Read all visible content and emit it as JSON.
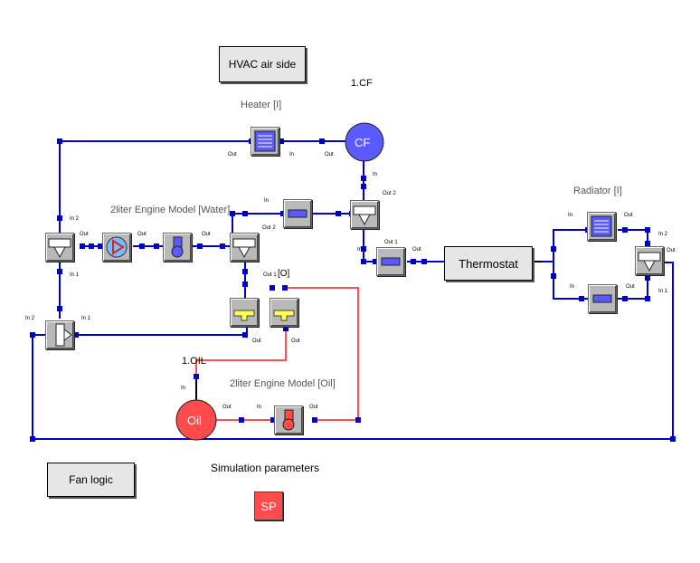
{
  "title_box": "HVAC air side",
  "fan_logic_box": "Fan logic",
  "thermostat_box": "Thermostat",
  "labels": {
    "cf_id": "1.CF",
    "heater": "Heater [I]",
    "engine_water": "2liter Engine Model [Water]",
    "radiator": "Radiator [I]",
    "oil_id_a": "[O]",
    "oil_id_b": "1.OIL",
    "engine_oil": "2liter Engine Model [Oil]",
    "sim_params": "Simulation parameters"
  },
  "nodes": {
    "cf": "CF",
    "oil": "Oil",
    "sp": "SP"
  },
  "ports": {
    "heater_out": "Out",
    "heater_in": "In",
    "cf_out": "Out",
    "cf_in": "In",
    "sv2_out2": "Out 2",
    "sv1_in2": "In 2",
    "sv1_out": "Out",
    "pump_out": "Out",
    "engine_out": "Out",
    "sv3_out2": "Out 2",
    "small_in": "In",
    "sv1_in1": "In 1",
    "sv3_out1": "Out 1",
    "pipe_in": "In",
    "pipe_out1": "Out 1",
    "pipe_out": "Out",
    "sv0_in2": "In 2",
    "sv0_in1": "In 1",
    "hx1_out": "Out",
    "hx2_out": "Out",
    "oil_in": "In",
    "oil_out": "Out",
    "oileng_in": "In",
    "oileng_out": "Out",
    "rad_in": "In",
    "rad_out": "Out",
    "radsv_in2": "In 2",
    "radsv_in1": "In 1",
    "radsv_out": "Out",
    "bypass_in": "In",
    "bypass_out": "Out"
  },
  "colors": {
    "wire_blue": "#0000cc",
    "wire_red": "#ff5050",
    "node_blue": "#5a5aff",
    "node_red": "#ff4b4b"
  }
}
